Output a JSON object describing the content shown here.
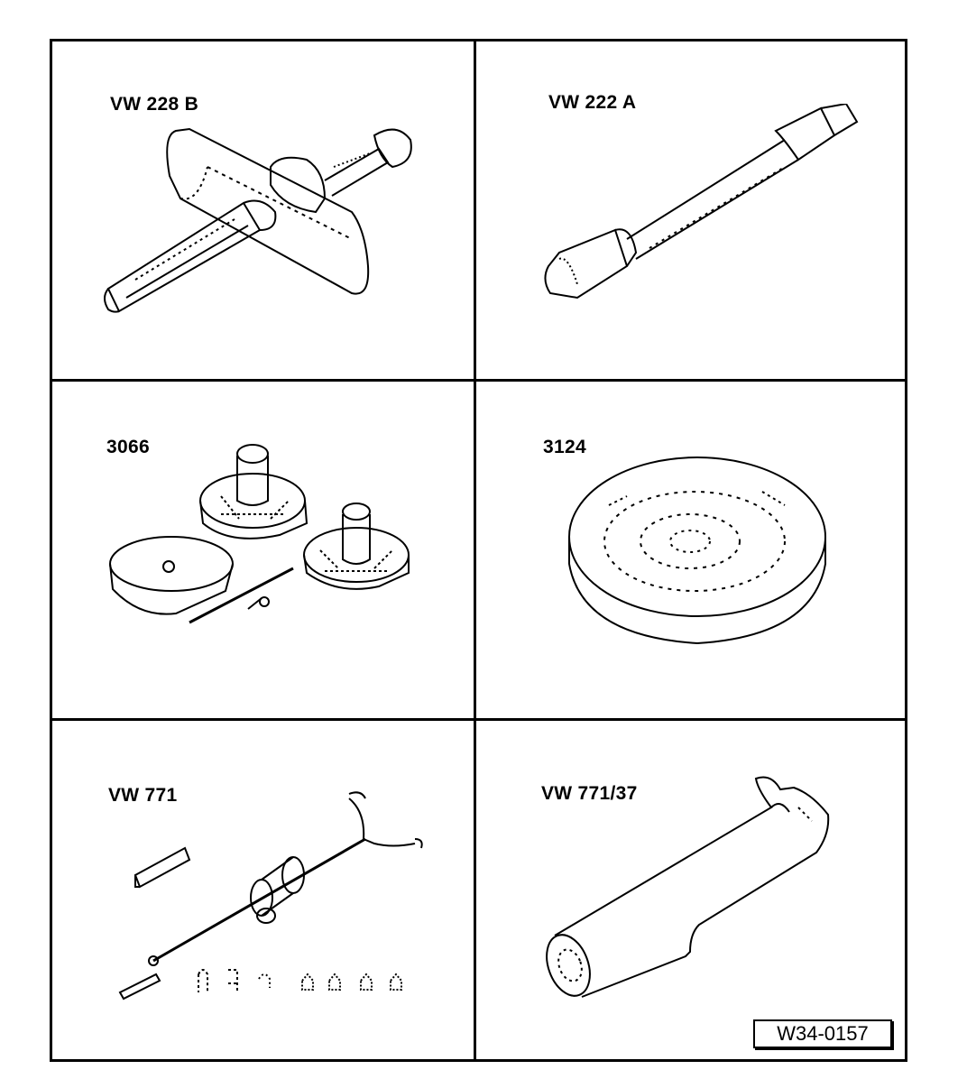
{
  "tools": [
    {
      "label": "VW 228 B",
      "icon": "puller-icon"
    },
    {
      "label": "VW 222 A",
      "icon": "drift-icon"
    },
    {
      "label": "3066",
      "icon": "seal-installer-icon"
    },
    {
      "label": "3124",
      "icon": "thrust-plate-icon"
    },
    {
      "label": "VW 771",
      "icon": "slide-hammer-icon"
    },
    {
      "label": "VW 771/37",
      "icon": "hook-puller-icon"
    }
  ],
  "figure_ref": "W34-0157",
  "colors": {
    "line": "#000000",
    "background": "#ffffff"
  }
}
